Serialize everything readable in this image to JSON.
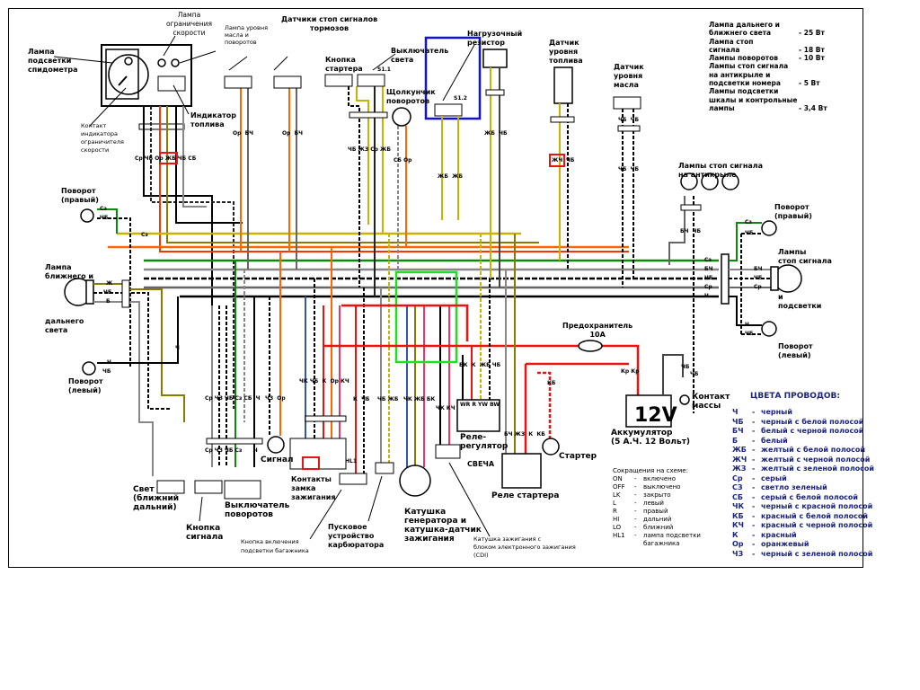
{
  "specs": {
    "rows": [
      {
        "name": "Лампа дальнего и\nближнего света",
        "value": "- 25 Вт"
      },
      {
        "name": "Лампа стоп\nсигнала",
        "value": "- 18 Вт"
      },
      {
        "name": "Лампы поворотов",
        "value": "- 10 Вт"
      },
      {
        "name": "Лампы стоп сигнала\nна антикрыле и\nподсветки номера",
        "value": "- 5 Вт"
      },
      {
        "name": "Лампы подсветки\nшкалы и контрольные\nлампы",
        "value": "- 3,4 Вт"
      }
    ]
  },
  "legend": {
    "title": "ЦВЕТА ПРОВОДОВ:",
    "items": [
      {
        "code": "Ч",
        "desc": "черный"
      },
      {
        "code": "ЧБ",
        "desc": "черный с белой полосой"
      },
      {
        "code": "БЧ",
        "desc": "белый с черной полосой"
      },
      {
        "code": "Б",
        "desc": "белый"
      },
      {
        "code": "ЖБ",
        "desc": "желтый с белой полосой"
      },
      {
        "code": "ЖЧ",
        "desc": "желтый с черной полосой"
      },
      {
        "code": "ЖЗ",
        "desc": "желтый с зеленой полосой"
      },
      {
        "code": "Ср",
        "desc": "серый"
      },
      {
        "code": "СЗ",
        "desc": "светло зеленый"
      },
      {
        "code": "СБ",
        "desc": "серый с белой полосой"
      },
      {
        "code": "ЧК",
        "desc": "черный с красной полосой"
      },
      {
        "code": "КБ",
        "desc": "красный с белой полосой"
      },
      {
        "code": "КЧ",
        "desc": "красный с черной полосой"
      },
      {
        "code": "К",
        "desc": "красный"
      },
      {
        "code": "Ор",
        "desc": "оранжевый"
      },
      {
        "code": "ЧЗ",
        "desc": "черный с зеленой полосой"
      }
    ]
  },
  "abbreviations": {
    "title": "Сокращения на схеме:",
    "items": [
      {
        "key": "ON",
        "desc": "включено"
      },
      {
        "key": "OFF",
        "desc": "выключено"
      },
      {
        "key": "LK",
        "desc": "закрыто"
      },
      {
        "key": "L",
        "desc": "левый"
      },
      {
        "key": "R",
        "desc": "правый"
      },
      {
        "key": "HI",
        "desc": "дальний"
      },
      {
        "key": "LO",
        "desc": "ближний"
      },
      {
        "key": "HL1",
        "desc": "лампа подсветки\nбагажника"
      }
    ]
  },
  "components": {
    "speedometer_lamp": "Лампа\nподсветки\nспидометра",
    "speed_limit_lamp": "Лампа\nограничения\nскорости",
    "oil_turn_lamp": "Лампа уровня\nмасла и\nповоротов",
    "brake_sensors": "Датчики стоп сигналов\nтормозов",
    "starter_button": "Кнопка\nстартера",
    "light_switch": "Выключатель\nсвета",
    "load_resistor": "Нагрузочный\nрезистор",
    "fuel_sensor": "Датчик\nуровня\nтоплива",
    "oil_sensor": "Датчик\nуровня\nмасла",
    "fuel_indicator": "Индикатор\nтоплива",
    "speed_limit_contact": "Контакт\nиндикатора\nограничителя\nскорости",
    "flasher": "Щолкунчик\nповоротов",
    "s11": "S1.1",
    "s12": "S1.2",
    "turn_right_front": "Поворот\n(правый)",
    "headlamp_top": "Лампа\nближнего и",
    "headlamp_bottom": "дальнего\nсвета",
    "turn_left_front": "Поворот\n(левый)",
    "spoiler_lamps": "Лампы стоп сигнала\nна антикрыле",
    "turn_right_rear": "Поворот\n(правый)",
    "stop_lamps": "Лампы\nстоп сигнала",
    "stop_lamps_2": "и\nподсветки",
    "turn_left_rear": "Поворот\n(левый)",
    "fuse": "Предохранитель\n10А",
    "battery": "Аккумулятор\n(5 А.Ч. 12 Вольт)",
    "battery_voltage": "12V",
    "ground_contact": "Контакт\nмассы",
    "starter": "Стартер",
    "starter_relay": "Реле стартера",
    "regulator": "Реле-\nрегулятор",
    "regulator_pins": "WR R YW BW",
    "spark": "СВЕЧА",
    "cdi": "Катушка зажигания с\nблоком электронного зажигания\n(CDI)",
    "generator": "Катушка\nгенератора и\nкатушка-датчик\nзажигания",
    "carb_starter": "Пусковое\nустройство\nкарбюратора",
    "trunk_button": "Кнопка включения\nподсветки багажника",
    "ignition_contacts": "Контакты\nзамка\nзажигания",
    "signal": "Сигнал",
    "turn_switch": "Выключатель\nповоротов",
    "horn_button": "Кнопка\nсигнала",
    "light_hi_lo": "Свет\n(ближний\nдальний)",
    "hl1": "HL1"
  },
  "wire_labels": {
    "dash_bundle": "Ср ЧБ Ор ЖБ ЧБ СБ",
    "brake1": "Ор  БЧ",
    "brake2": "Ор  БЧ",
    "starter_bundle": "ЧБ ЖЗ Ср ЖБ",
    "flasher_wires": "СБ Ор",
    "s12_wires": "ЖБ  ЖБ",
    "resistor_wires": "ЖБ  ЧБ",
    "fuel_wires_hl": "ЖЧ",
    "fuel_wires": "ЧБ",
    "oil_wires_top": "ЧБ  ЧБ",
    "oil_wires": "ЧБ  ЧБ",
    "spoiler_wires": "БЧ  ЧБ",
    "rear_bus": [
      "Сз",
      "БЧ",
      "ЧБ",
      "Ср",
      "Ч"
    ],
    "rear_turn_r": [
      "Сз",
      "ЧБ"
    ],
    "rear_stop": [
      "БЧ",
      "ЧБ",
      "Ср"
    ],
    "rear_turn_l": [
      "Ч",
      "ЧБ"
    ],
    "front_turn_r": [
      "Сз",
      "ЧБ"
    ],
    "front_sz": "Сз",
    "headlamp": [
      "Ж",
      "ЧБ",
      "Б"
    ],
    "front_turn_l": [
      "Ч",
      "ЧБ"
    ],
    "front_ch": "Ч",
    "handlebar_top": "Ср ЧЗ ЧБ Сз СБ  Ч",
    "handlebar_bottom": "Ср ЧЗ ЧБ Сз      Ч",
    "signal_wires": "ЧЗ  Ор",
    "ignition_bundle": "ЧК ЧБ  К  Ор КЧ",
    "trunk_wires": "К  ЧБ",
    "carb_wires": "ЧБ ЖБ",
    "gen_wires": "ЧК ЖБ БК",
    "cdi_wires": "ЧК КЧ",
    "reg_wires": "БК  К  ЖБ ЧБ",
    "relay_wires": "БЧ ЖЗ  К  КБ",
    "starter_wire": "КБ",
    "batt_wires": "Кр Кр",
    "ground_wires": "ЧБ",
    "ground_wires2": "ЧБ"
  }
}
